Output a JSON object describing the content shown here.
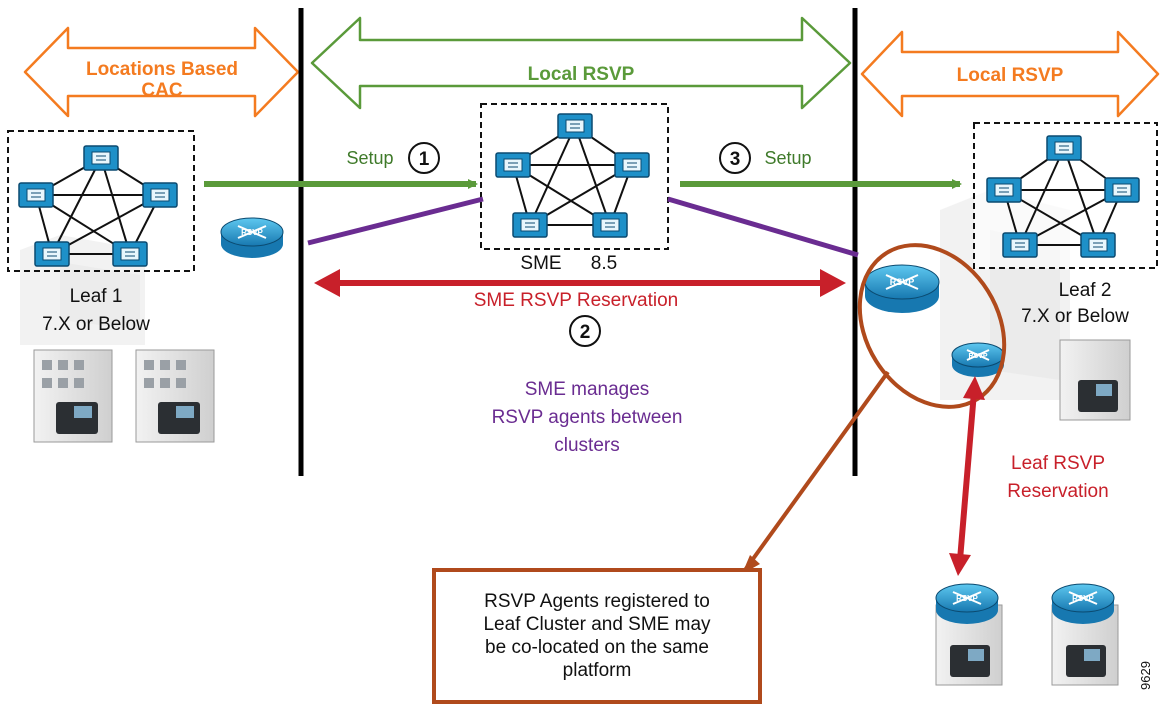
{
  "zones": {
    "left": {
      "label_line1": "Locations Based",
      "label_line2": "CAC"
    },
    "middle": {
      "label": "Local RSVP"
    },
    "right": {
      "label": "Local RSVP"
    }
  },
  "clusters": {
    "leaf1": {
      "name": "Leaf 1",
      "version": "7.X or Below"
    },
    "sme": {
      "name": "SME",
      "version": "8.5"
    },
    "leaf2": {
      "name": "Leaf 2",
      "version": "7.X or Below"
    }
  },
  "steps": {
    "step1": {
      "number": "1",
      "label": "Setup"
    },
    "step2": {
      "number": "2",
      "label": "SME RSVP Reservation"
    },
    "step3": {
      "number": "3",
      "label": "Setup"
    }
  },
  "sme_manages": {
    "line1": "SME manages",
    "line2": "RSVP agents between",
    "line3": "clusters"
  },
  "leaf_rsvp": {
    "line1": "Leaf RSVP",
    "line2": "Reservation"
  },
  "router_label": "RSVP",
  "note": "RSVP Agents registered to Leaf Cluster and SME may be co-located on the same platform",
  "figure_id": "9629",
  "colors": {
    "orange": "#f47b20",
    "green": "#5a9a3a",
    "red": "#c8202a",
    "purple": "#6a2c91",
    "brown": "#b04a1c",
    "router_blue": "#1e90c8"
  }
}
